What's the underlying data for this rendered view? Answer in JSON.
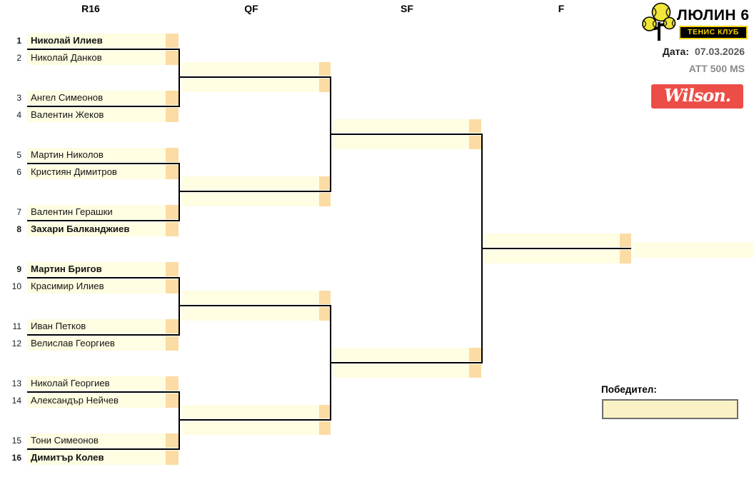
{
  "columns": {
    "r16": "R16",
    "qf": "QF",
    "sf": "SF",
    "f": "F"
  },
  "players": [
    {
      "num": "1",
      "name": "Николай Илиев"
    },
    {
      "num": "2",
      "name": "Николай Данков"
    },
    {
      "num": "3",
      "name": "Ангел Симеонов"
    },
    {
      "num": "4",
      "name": "Валентин Жеков"
    },
    {
      "num": "5",
      "name": "Мартин Николов"
    },
    {
      "num": "6",
      "name": "Кристиян Димитров"
    },
    {
      "num": "7",
      "name": "Валентин Герашки"
    },
    {
      "num": "8",
      "name": "Захари Балканджиев"
    },
    {
      "num": "9",
      "name": "Мартин Бригов"
    },
    {
      "num": "10",
      "name": "Красимир Илиев"
    },
    {
      "num": "11",
      "name": "Иван Петков"
    },
    {
      "num": "12",
      "name": "Велислав Георгиев"
    },
    {
      "num": "13",
      "name": "Николай Георгиев"
    },
    {
      "num": "14",
      "name": "Александър Нейчев"
    },
    {
      "num": "15",
      "name": "Тони Симеонов"
    },
    {
      "num": "16",
      "name": "Димитър Колев"
    }
  ],
  "club": {
    "name": "ЛЮЛИН 6",
    "subtitle": "ТЕНИС КЛУБ"
  },
  "meta": {
    "date_label": "Дата:",
    "date_value": "07.03.2026",
    "category": "ATT 500 MS"
  },
  "sponsor": {
    "name": "Wilson."
  },
  "winner": {
    "label": "Победител:",
    "value": ""
  },
  "colors": {
    "cell_yellow": "#FFFDE2",
    "score_orange": "#FBDCA4",
    "winner_box_fill": "#FAF1C4",
    "wilson_red": "#ED4D47",
    "club_badge_yellow": "#F5D400",
    "bracket_line": "#000000"
  }
}
